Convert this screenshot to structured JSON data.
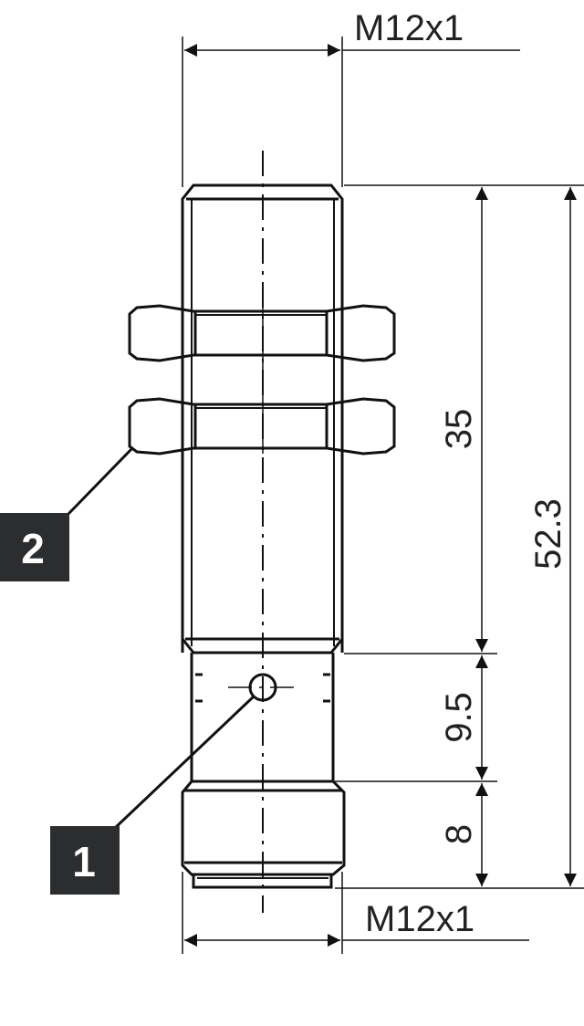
{
  "drawing": {
    "thread_top_label": "M12x1",
    "thread_bottom_label": "M12x1",
    "dimensions": {
      "thread_length": "35",
      "middle_section": "9.5",
      "bottom_thread": "8",
      "overall_length": "52.3"
    },
    "callouts": [
      {
        "number": "1"
      },
      {
        "number": "2"
      }
    ],
    "colors": {
      "line": "#111111",
      "callout_box": "#2b2d2f",
      "callout_text": "#ffffff"
    }
  }
}
